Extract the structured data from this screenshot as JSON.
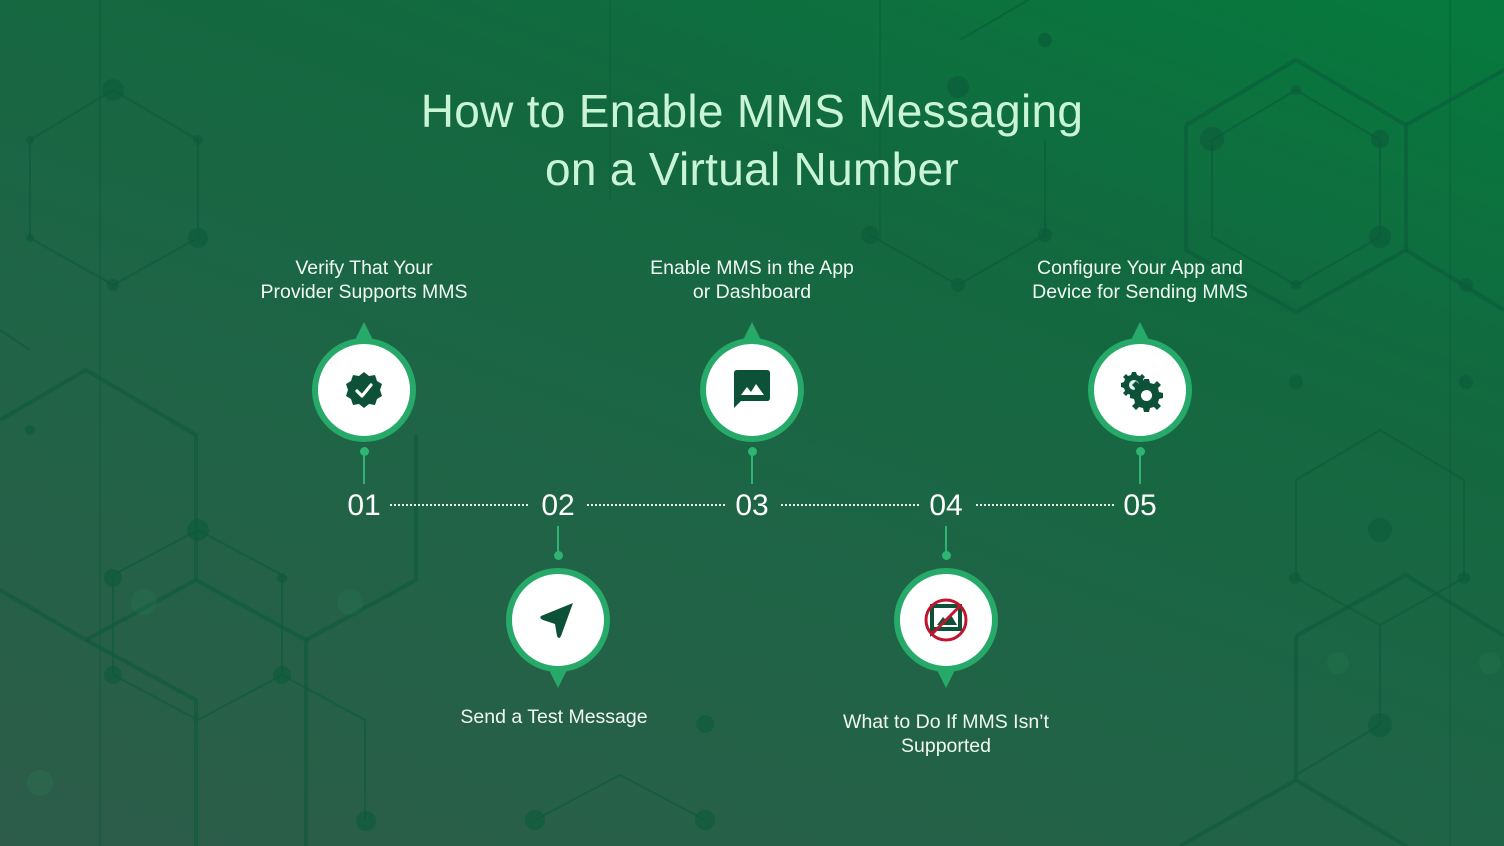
{
  "title": {
    "line1": "How to Enable MMS Messaging",
    "line2": "on a Virtual Number"
  },
  "colors": {
    "title_text": "#c9f5d6",
    "accent_ring": "#27a96a",
    "icon_dark": "#0d5238",
    "warning_red": "#c0152f",
    "bg_top_right": "#067a3e",
    "bg_bottom_left": "#2d5c4a"
  },
  "steps": [
    {
      "number": "01",
      "label_line1": "Verify That Your",
      "label_line2": "Provider Supports MMS",
      "icon": "verified-badge-icon",
      "position": "above"
    },
    {
      "number": "02",
      "label_line1": "Send a Test Message",
      "label_line2": "",
      "icon": "send-arrow-icon",
      "position": "below"
    },
    {
      "number": "03",
      "label_line1": "Enable MMS in the App",
      "label_line2": "or Dashboard",
      "icon": "image-message-icon",
      "position": "above"
    },
    {
      "number": "04",
      "label_line1": "What to Do If MMS Isn’t",
      "label_line2": "Supported",
      "icon": "no-image-message-icon",
      "position": "below"
    },
    {
      "number": "05",
      "label_line1": "Configure Your App and",
      "label_line2": "Device for Sending MMS",
      "icon": "gears-icon",
      "position": "above"
    }
  ]
}
